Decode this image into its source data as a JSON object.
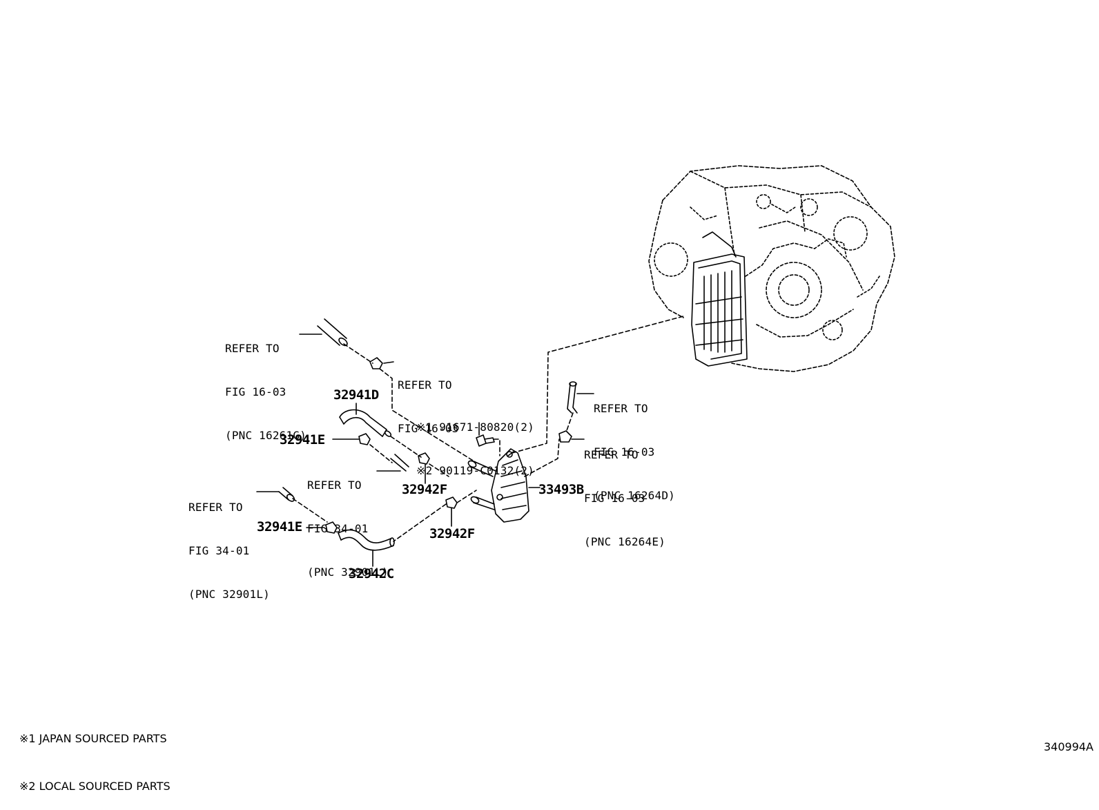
{
  "refs": {
    "ref1": [
      "REFER TO",
      "FIG 16-03",
      "(PNC 16261G)"
    ],
    "ref2": [
      "REFER TO",
      "FIG 16-03"
    ],
    "ref3": [
      "REFER TO",
      "FIG 16-03",
      "(PNC 16264D)"
    ],
    "ref4": [
      "REFER TO",
      "FIG 16-03",
      "(PNC 16264E)"
    ],
    "ref5": [
      "REFER TO",
      "FIG 34-01",
      "(PNC 32901L)"
    ],
    "ref6": [
      "REFER TO",
      "FIG 34-01",
      "(PNC 32901L)"
    ]
  },
  "parts": {
    "p_32941D": "32941D",
    "p_32941E_top": "32941E",
    "p_32942F_mid": "32942F",
    "p_33493B": "33493B",
    "p_32942F_low": "32942F",
    "p_32941E_low": "32941E",
    "p_32942C": "32942C"
  },
  "bolts": [
    "※1 91671-80820(2)",
    "※2 90119-C0132(2)"
  ],
  "notes": [
    "※1 JAPAN SOURCED PARTS",
    "※2 LOCAL SOURCED PARTS"
  ],
  "figure_id": "340994A"
}
